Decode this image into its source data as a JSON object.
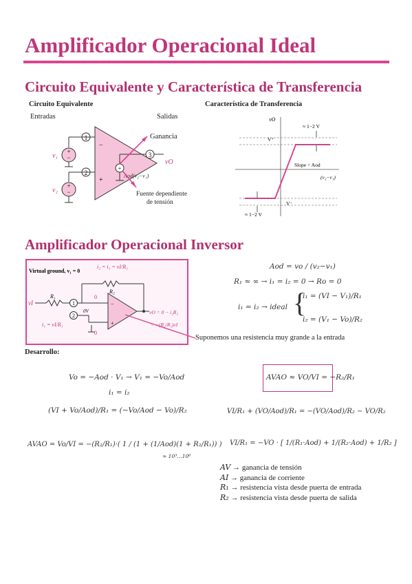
{
  "title": "Amplificador Operacional Ideal",
  "section1": {
    "heading": "Circuito Equivalente y Característica de Transferencia",
    "left_caption": "Circuito Equivalente",
    "inputs_label": "Entradas",
    "outputs_label": "Salidas",
    "gain_label": "Ganancia",
    "source_label_1": "Fuente dependiente",
    "source_label_2": "de tensión",
    "node_1": "1",
    "node_2": "2",
    "node_3": "3",
    "v1": "v₁",
    "v2": "v₂",
    "vo": "vO",
    "dep_source": "Aod(v₂−v₁)",
    "right_caption": "Característica de Transferencia",
    "tc_vo_axis": "vO",
    "tc_x_axis": "(v₂−v₁)",
    "tc_vplus": "V⁺",
    "tc_vminus": "V⁻",
    "tc_top_gap": "≈ 1−2 V",
    "tc_bottom_gap": "≈ 1−2 V",
    "tc_slope": "Slope = Aod"
  },
  "section2": {
    "heading": "Amplificador Operacional Inversor",
    "virtual_ground": "Virtual ground, v₁ = 0",
    "i2_label": "i₂ = i₁ = vI/R₁",
    "r1": "R₁",
    "r2": "R₂",
    "vi": "vI",
    "i1_label": "i₁ = vI/R₁",
    "zero_1": "0",
    "zero_2": "0",
    "ov_label": "0V",
    "vo_out": "vO = 0 − i₂R₂",
    "vo_eq": "= −(R₂/R₁)vI",
    "eq_aod": "Aod = vo / (v₂−v₁)",
    "eq_r1": "R₁ ≈ ∞ → i₁ = i₂ = 0 → Ro = 0",
    "eq_ideal_lhs": "i₁ = i₂ → ideal",
    "eq_ideal_1": "i₁ = (VI − V₁)/R₁",
    "eq_ideal_2": "i₂ = (V₁ − Vo)/R₂",
    "note": "Suponemos una resistencia muy grande a la entrada",
    "desarrollo": "Desarrollo:",
    "dev_eq1": "Vo = −Aod · V₁ → V₁ = −Vo/Aod",
    "dev_eq2": "i₁ = i₂",
    "dev_eq3": "(VI + Vo/Aod)/R₁ = (−Vo/Aod − Vo)/R₂",
    "dev_eq4": "AVAO = Vo/VI = −(R₂/R₁)·( 1 / (1 + (1/Aod)(1 + R₂/R₁)) )",
    "dev_note": "≈ 10³…10⁶",
    "box_eq": "AVAO ≈ VO/VI = −R₂/R₁",
    "right_eq1": "VI/R₁ + (VO/Aod)/R₁ = −(VO/Aod)/R₂ − VO/R₂",
    "right_eq2": "VI/R₁ = −VO · [ 1/(R₁·Aod) + 1/(R₂·Aod) + 1/R₂ ]",
    "glossary": [
      {
        "sym": "AV",
        "text": "→ ganancia de tensión"
      },
      {
        "sym": "AI",
        "text": "→ ganancia de corriente"
      },
      {
        "sym": "R₁",
        "text": "→ resistencia vista desde puerta de entrada"
      },
      {
        "sym": "R₂",
        "text": "→ resistencia vista desde puerta de salida"
      }
    ]
  },
  "colors": {
    "accent": "#c0367a",
    "pink_line": "#d94692",
    "op_amp_fill": "#f6c4da"
  }
}
